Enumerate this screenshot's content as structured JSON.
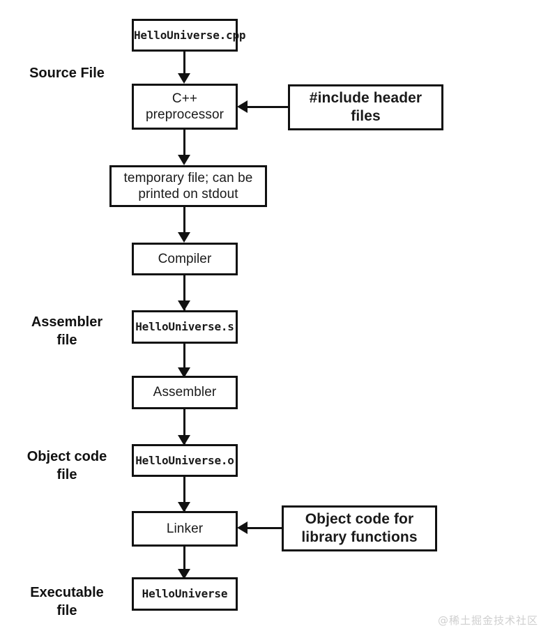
{
  "diagram": {
    "title": "C++ compilation pipeline",
    "stroke_color": "#111111",
    "background_color": "#ffffff",
    "watermark": "@稀土掘金技术社区"
  },
  "captions": [
    {
      "id": "source-file",
      "text": "Source File"
    },
    {
      "id": "assembler-file",
      "text": "Assembler\nfile"
    },
    {
      "id": "object-code-file",
      "text": "Object code\nfile"
    },
    {
      "id": "executable-file",
      "text": "Executable\nfile"
    }
  ],
  "nodes": {
    "source": {
      "label": "HelloUniverse.cpp",
      "kind": "file"
    },
    "preprocessor": {
      "label": "C++\npreprocessor",
      "kind": "process"
    },
    "temp_file": {
      "label": "temporary file; can be\nprinted on stdout",
      "kind": "process"
    },
    "compiler": {
      "label": "Compiler",
      "kind": "process"
    },
    "assembly_file": {
      "label": "HelloUniverse.s",
      "kind": "file"
    },
    "assembler": {
      "label": "Assembler",
      "kind": "process"
    },
    "object_file": {
      "label": "HelloUniverse.o",
      "kind": "file"
    },
    "linker": {
      "label": "Linker",
      "kind": "process"
    },
    "executable": {
      "label": "HelloUniverse",
      "kind": "file"
    },
    "include_headers": {
      "label": "#include header\nfiles",
      "kind": "side"
    },
    "library_object_code": {
      "label": "Object code for\nlibrary functions",
      "kind": "side"
    }
  },
  "edges": [
    {
      "from": "source",
      "to": "preprocessor",
      "direction": "down"
    },
    {
      "from": "preprocessor",
      "to": "temp_file",
      "direction": "down"
    },
    {
      "from": "temp_file",
      "to": "compiler",
      "direction": "down"
    },
    {
      "from": "compiler",
      "to": "assembly_file",
      "direction": "down"
    },
    {
      "from": "assembly_file",
      "to": "assembler",
      "direction": "down"
    },
    {
      "from": "assembler",
      "to": "object_file",
      "direction": "down"
    },
    {
      "from": "object_file",
      "to": "linker",
      "direction": "down"
    },
    {
      "from": "linker",
      "to": "executable",
      "direction": "down"
    },
    {
      "from": "include_headers",
      "to": "preprocessor",
      "direction": "left"
    },
    {
      "from": "library_object_code",
      "to": "linker",
      "direction": "left"
    }
  ]
}
